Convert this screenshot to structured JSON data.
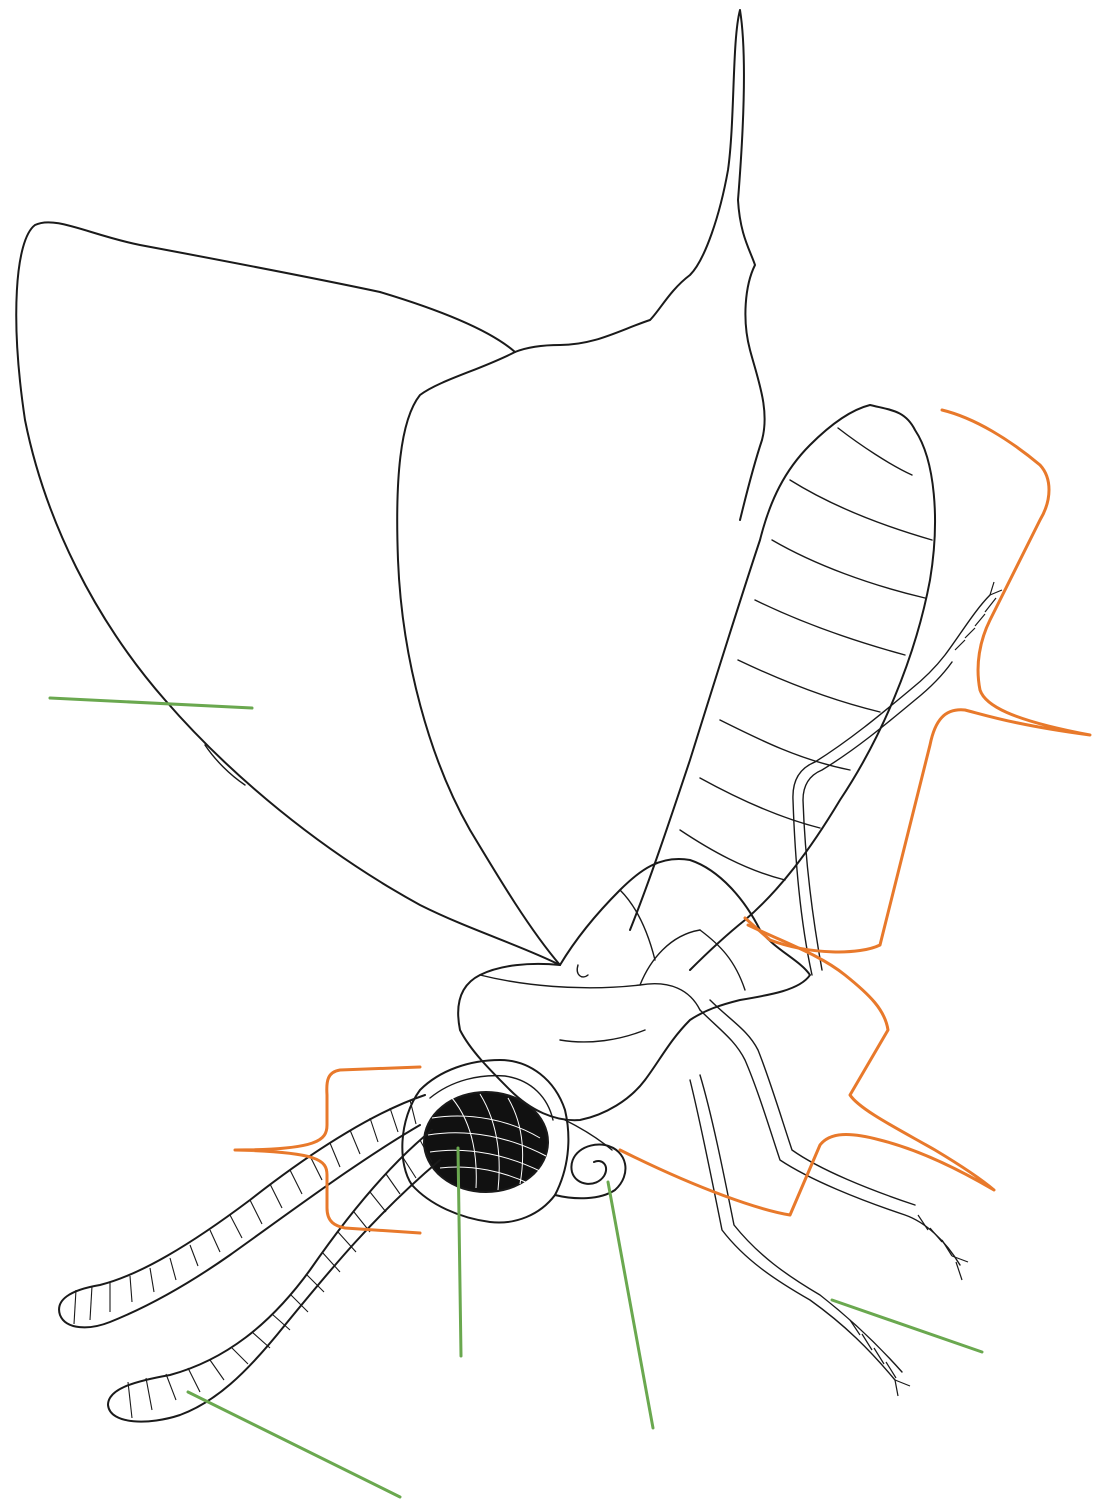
{
  "figure": {
    "subject": "insect-outline-worksheet",
    "background_color": "#ffffff",
    "ink_color": "#1a1a1a"
  },
  "pointer_lines": {
    "color": "#6aa84f",
    "count": 5,
    "targets": [
      "wing",
      "antenna",
      "compound-eye",
      "proboscis",
      "leg"
    ]
  },
  "brackets": {
    "color": "#e8792b",
    "count": 3,
    "targets": [
      "head",
      "thorax",
      "abdomen"
    ]
  }
}
